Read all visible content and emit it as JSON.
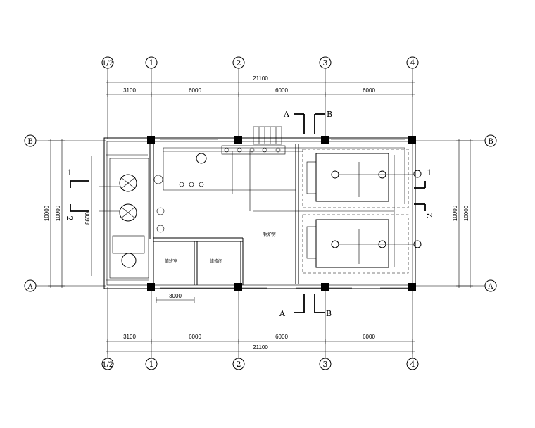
{
  "grid_axes_vertical": [
    "1/2",
    "1",
    "2",
    "3",
    "4"
  ],
  "grid_axes_horizontal": [
    "B",
    "A"
  ],
  "dimensions": {
    "total": "21100",
    "spans": [
      "3100",
      "6000",
      "6000",
      "6000"
    ],
    "height": "10000",
    "inner_height": "8600",
    "room_width": "3000"
  },
  "section_marks": {
    "a": "A",
    "b": "B",
    "one": "1",
    "two": "2"
  },
  "room_labels": {
    "main_hall": "锅炉房",
    "duty_room": "值班室",
    "workshop": "维修间"
  }
}
